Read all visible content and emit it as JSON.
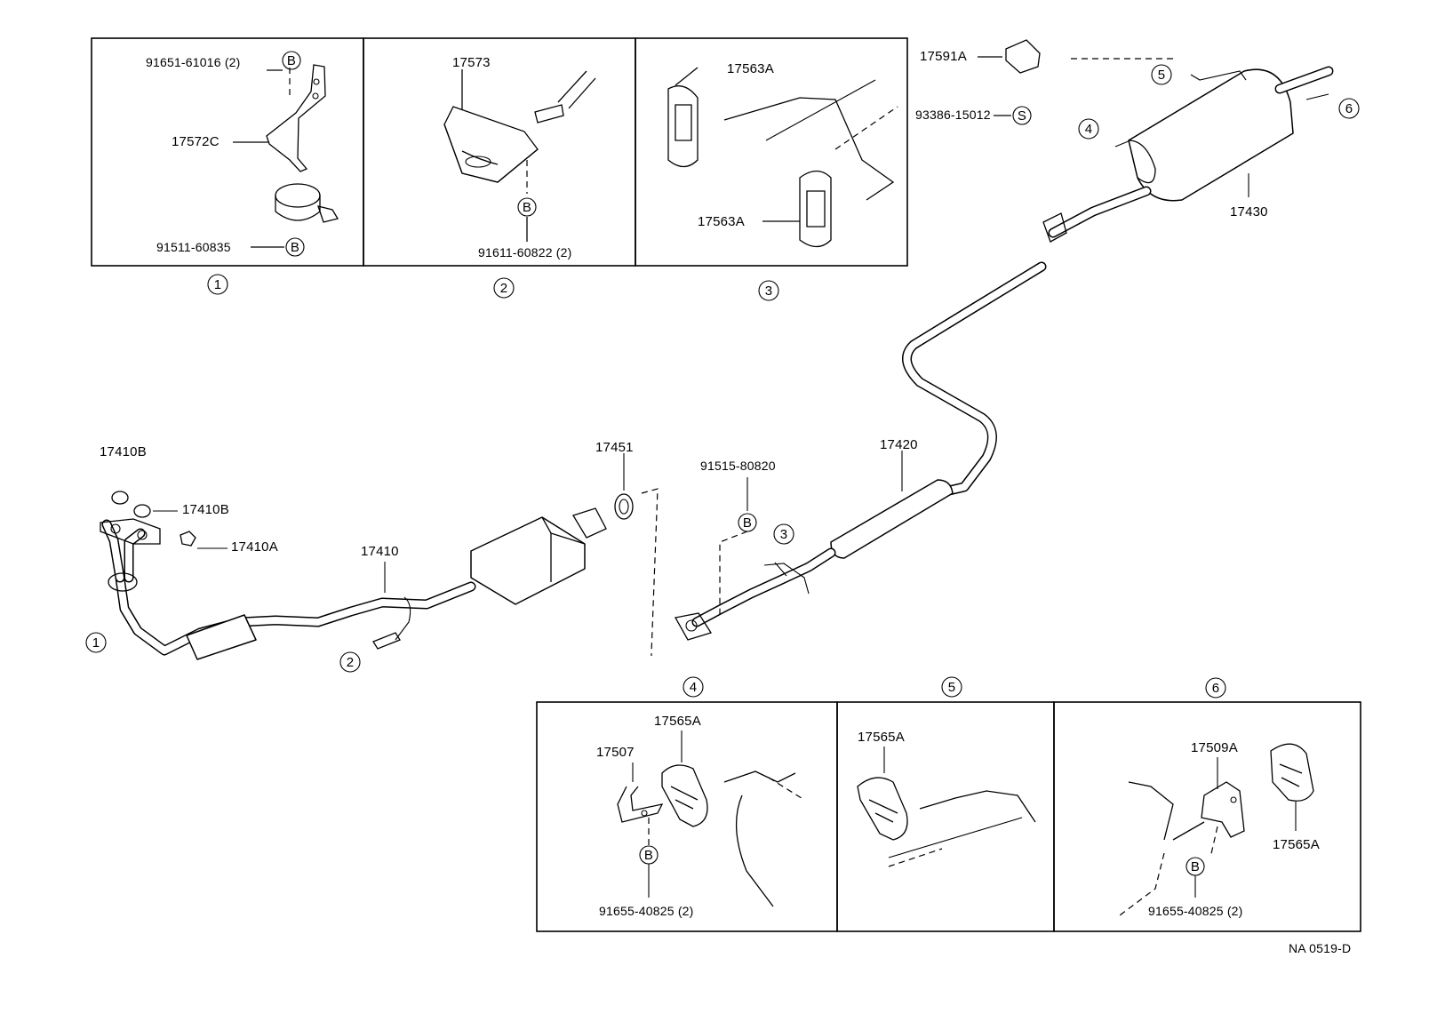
{
  "diagram_code": "NA 0519-D",
  "callouts": {
    "c1": "1",
    "c2": "2",
    "c3": "3",
    "c4": "4",
    "c5": "5",
    "c6": "6"
  },
  "fastener_marks": {
    "bolt": "B",
    "stud": "S"
  },
  "part_numbers": {
    "p_91651_61016": "91651-61016 (2)",
    "p_17572C": "17572C",
    "p_91511_60835": "91511-60835",
    "p_17573": "17573",
    "p_91611_60822": "91611-60822 (2)",
    "p_17563A_top": "17563A",
    "p_17563A_bottom": "17563A",
    "p_17591A": "17591A",
    "p_93386_15012": "93386-15012",
    "p_17430": "17430",
    "p_17410B_top": "17410B",
    "p_17410B_right": "17410B",
    "p_17410A": "17410A",
    "p_17410": "17410",
    "p_17451": "17451",
    "p_91515_80820": "91515-80820",
    "p_17420": "17420",
    "p_17565A_box4": "17565A",
    "p_17507": "17507",
    "p_91655_40825_box4": "91655-40825 (2)",
    "p_17565A_box5": "17565A",
    "p_17509A": "17509A",
    "p_17565A_box6": "17565A",
    "p_91655_40825_box6": "91655-40825 (2)"
  }
}
